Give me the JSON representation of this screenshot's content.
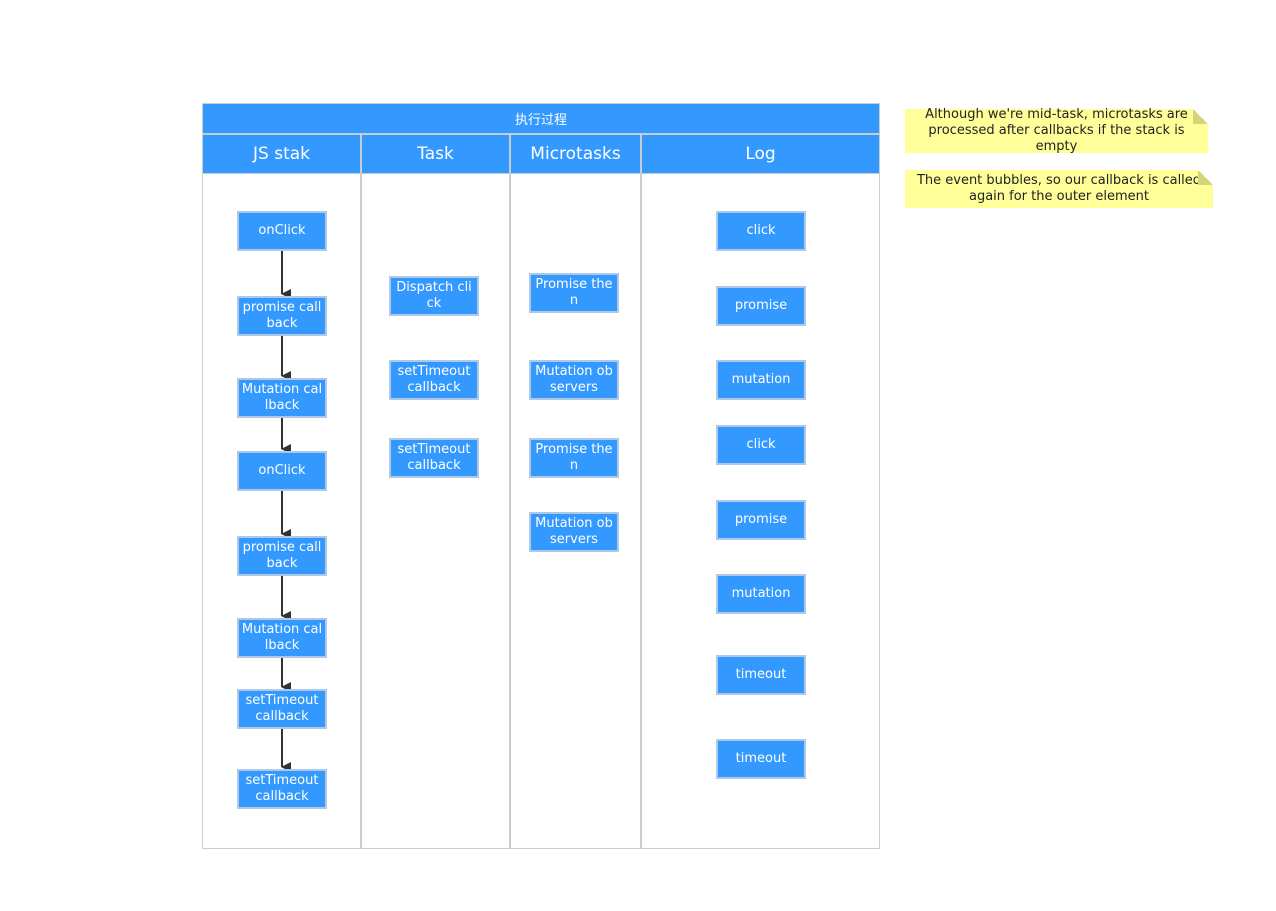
{
  "pool": {
    "title": "执行过程"
  },
  "lanes": [
    "JS stak",
    "Task",
    "Microtasks",
    "Log"
  ],
  "js_stack": [
    "onClick",
    "promise callback",
    "Mutation callback",
    "onClick",
    "promise callback",
    "Mutation callback",
    "setTimeout callback",
    "setTimeout callback"
  ],
  "task": [
    "Dispatch click",
    "setTimeout callback",
    "setTimeout callback"
  ],
  "microtasks": [
    "Promise then",
    "Mutation observers",
    "Promise then",
    "Mutation observers"
  ],
  "log": [
    "click",
    "promise",
    "mutation",
    "click",
    "promise",
    "mutation",
    "timeout",
    "timeout"
  ],
  "notes": [
    "Although we're mid-task, microtasks are processed after callbacks if the stack is empty",
    "The event bubbles, so our callback is called again for the outer element"
  ],
  "colors": {
    "box": "#3399ff",
    "note": "#ffff99",
    "border": "#c8cdd3",
    "arrow": "#333333"
  }
}
